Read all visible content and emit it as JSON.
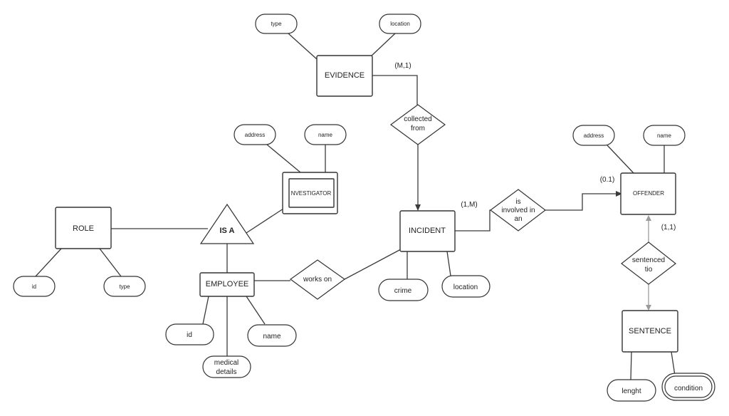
{
  "entities": {
    "evidence": "EVIDENCE",
    "incident": "INCIDENT",
    "offender": "OFFENDER",
    "sentence": "SENTENCE",
    "employee": "EMPLOYEE",
    "role": "ROLE",
    "investigator": "NVESTIGATOR"
  },
  "isa": "IS A",
  "attributes": {
    "evidence_type": "type",
    "evidence_location": "location",
    "investigator_address": "address",
    "investigator_name": "name",
    "offender_address": "address",
    "offender_name": "name",
    "role_id": "id",
    "role_type": "type",
    "employee_id": "id",
    "employee_name": "name",
    "employee_medical_line1": "medical",
    "employee_medical_line2": "details",
    "incident_crime": "crime",
    "incident_location": "location",
    "sentence_lenght": "lenght",
    "sentence_condition": "condition"
  },
  "relationships": {
    "collected_line1": "collected",
    "collected_line2": "from",
    "involved_line1": "is",
    "involved_line2": "involved in",
    "involved_line3": "an",
    "works_on": "works on",
    "sentenced_line1": "sentenced",
    "sentenced_line2": "tio"
  },
  "cardinalities": {
    "evidence_incident": "(M,1)",
    "incident_involved": "(1,M)",
    "offender_involved": "(0.1)",
    "offender_sentence": "(1,1)"
  }
}
